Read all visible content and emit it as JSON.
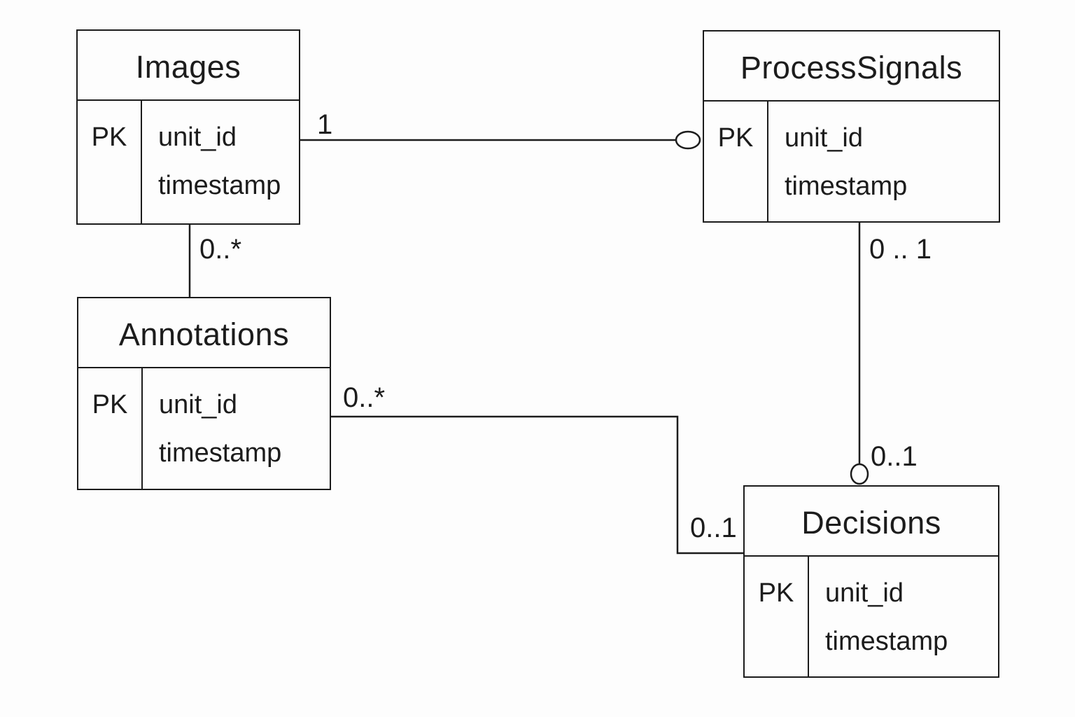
{
  "diagram": {
    "background_color": "#fdfdfd",
    "line_color": "#1c1c1c",
    "text_color": "#1c1c1c",
    "entities": [
      {
        "title": "Images",
        "pk_label": "PK",
        "fields": [
          "unit_id",
          "timestamp"
        ]
      },
      {
        "title": "ProcessSignals",
        "pk_label": "PK",
        "fields": [
          "unit_id",
          "timestamp"
        ]
      },
      {
        "title": "Annotations",
        "pk_label": "PK",
        "fields": [
          "unit_id",
          "timestamp"
        ]
      },
      {
        "title": "Decisions",
        "pk_label": "PK",
        "fields": [
          "unit_id",
          "timestamp"
        ]
      }
    ],
    "relationships": [
      {
        "from": "Images",
        "to": "ProcessSignals",
        "end_marker": "circle",
        "labels": {
          "from": "1"
        }
      },
      {
        "from": "Images",
        "to": "Annotations",
        "end_marker": "none",
        "labels": {
          "mid": "0..*"
        }
      },
      {
        "from": "ProcessSignals",
        "to": "Decisions",
        "end_marker": "circle",
        "labels": {
          "from": "0 .. 1",
          "to": "0..1"
        }
      },
      {
        "from": "Annotations",
        "to": "Decisions",
        "end_marker": "none",
        "labels": {
          "from": "0..*",
          "to": "0..1"
        }
      }
    ]
  }
}
